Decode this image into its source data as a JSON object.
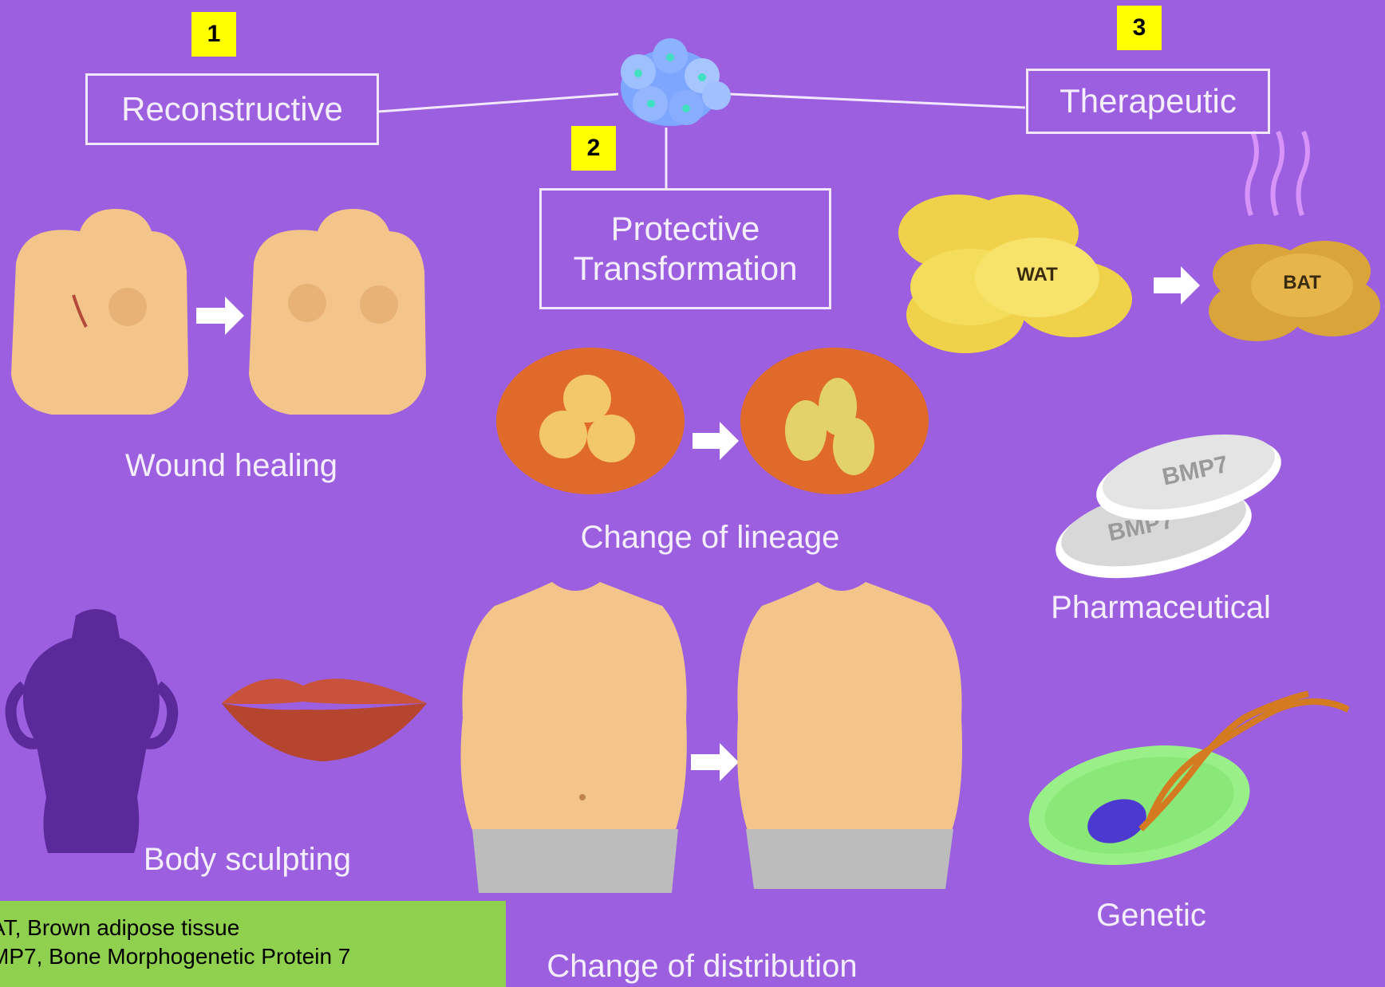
{
  "markers": [
    "1",
    "2",
    "3"
  ],
  "categories": {
    "reconstructive": "Reconstructive",
    "protective": [
      "Protective",
      "Transformation"
    ],
    "therapeutic": "Therapeutic"
  },
  "captions": {
    "wound_healing": "Wound healing",
    "change_of_lineage": "Change of lineage",
    "pharmaceutical": "Pharmaceutical",
    "body_sculpting": "Body sculpting",
    "change_of_distribution": "Change of distribution",
    "genetic": "Genetic"
  },
  "labels": {
    "wat": "WAT",
    "bat": "BAT",
    "bmp7": "BMP7"
  },
  "legend": [
    "AT, Brown adipose tissue",
    "MP7, Bone Morphogenetic Protein 7"
  ],
  "colors": {
    "background": "#9b5fe0",
    "marker": "#ffff00",
    "legend_bg": "#8fd14f"
  }
}
